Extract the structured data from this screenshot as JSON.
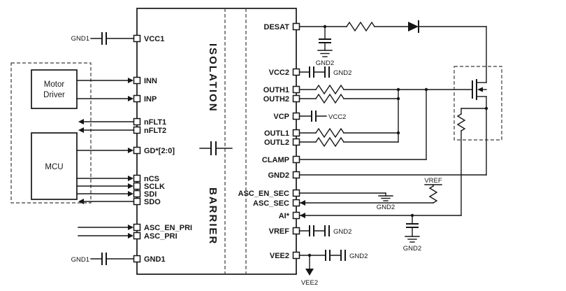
{
  "ic": {
    "isolation": "ISOLATION",
    "barrier": "BARRIER",
    "left_pins": [
      {
        "label": "VCC1"
      },
      {
        "label": "INN"
      },
      {
        "label": "INP"
      },
      {
        "label": "nFLT1"
      },
      {
        "label": "nFLT2"
      },
      {
        "label": "GD*[2:0]"
      },
      {
        "label": "nCS"
      },
      {
        "label": "SCLK"
      },
      {
        "label": "SDI"
      },
      {
        "label": "SDO"
      },
      {
        "label": "ASC_EN_PRI"
      },
      {
        "label": "ASC_PRI"
      },
      {
        "label": "GND1"
      }
    ],
    "right_pins": [
      {
        "label": "DESAT"
      },
      {
        "label": "VCC2"
      },
      {
        "label": "OUTH1"
      },
      {
        "label": "OUTH2"
      },
      {
        "label": "VCP"
      },
      {
        "label": "OUTL1"
      },
      {
        "label": "OUTL2"
      },
      {
        "label": "CLAMP"
      },
      {
        "label": "GND2"
      },
      {
        "label": "ASC_EN_SEC"
      },
      {
        "label": "ASC_SEC"
      },
      {
        "label": "AI*"
      },
      {
        "label": "VREF"
      },
      {
        "label": "VEE2"
      }
    ]
  },
  "left_side": {
    "motor_driver": {
      "line1": "Motor",
      "line2": "Driver"
    },
    "mcu": "MCU",
    "gnd_top": "GND1",
    "gnd_bottom": "GND1"
  },
  "right_side": {
    "desat_gnd": "GND2",
    "vcc2_gnd": "GND2",
    "vcp_rail": "VCC2",
    "asc_en_sec_gnd": "GND2",
    "vref_rail": "VREF",
    "ai_cap_gnd": "GND2",
    "vref_pin_gnd": "GND2",
    "vee2_gnd": "GND2",
    "vee2_rail": "VEE2"
  }
}
